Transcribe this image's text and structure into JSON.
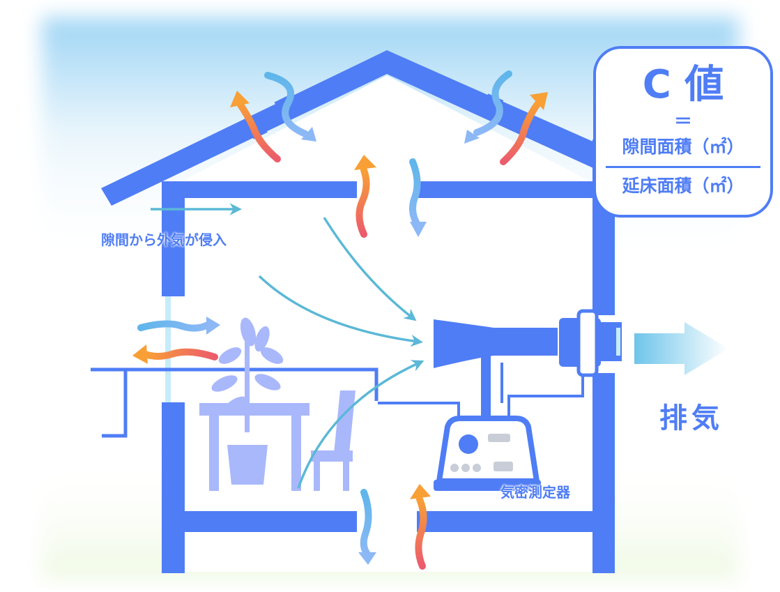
{
  "formula": {
    "title": "C 値",
    "equals": "＝",
    "numerator": "隙間面積（㎡）",
    "denominator": "延床面積（㎡）"
  },
  "labels": {
    "infiltration": "隙間から外気が侵入",
    "exhaust": "排気",
    "meter": "気密測定器"
  },
  "colors": {
    "house": "#4f7df5",
    "infil_arrow": "#5bb8d6",
    "cold_air": "#6ab2ec",
    "warm_air_top": "#f8a036",
    "warm_air_bottom": "#ec5c6c",
    "furniture": "#a9b8fb"
  }
}
